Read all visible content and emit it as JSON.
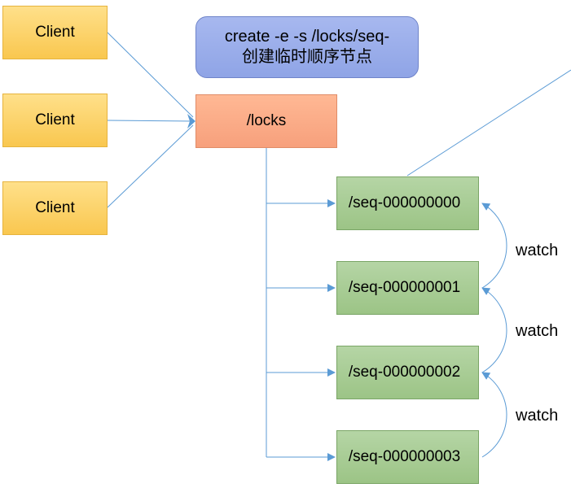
{
  "command": {
    "line1": "create -e -s /locks/seq-",
    "line2": "创建临时顺序节点"
  },
  "clients": [
    {
      "label": "Client"
    },
    {
      "label": "Client"
    },
    {
      "label": "Client"
    }
  ],
  "locks_node": {
    "label": "/locks"
  },
  "seq_nodes": [
    {
      "label": "/seq-000000000"
    },
    {
      "label": "/seq-000000001"
    },
    {
      "label": "/seq-000000002"
    },
    {
      "label": "/seq-000000003"
    }
  ],
  "watch_labels": [
    "watch",
    "watch",
    "watch"
  ],
  "colors": {
    "client": "#f9c74f",
    "locks": "#f7a07c",
    "seq": "#9cc486",
    "command": "#8fa4e6",
    "connector": "#5b9bd5"
  }
}
